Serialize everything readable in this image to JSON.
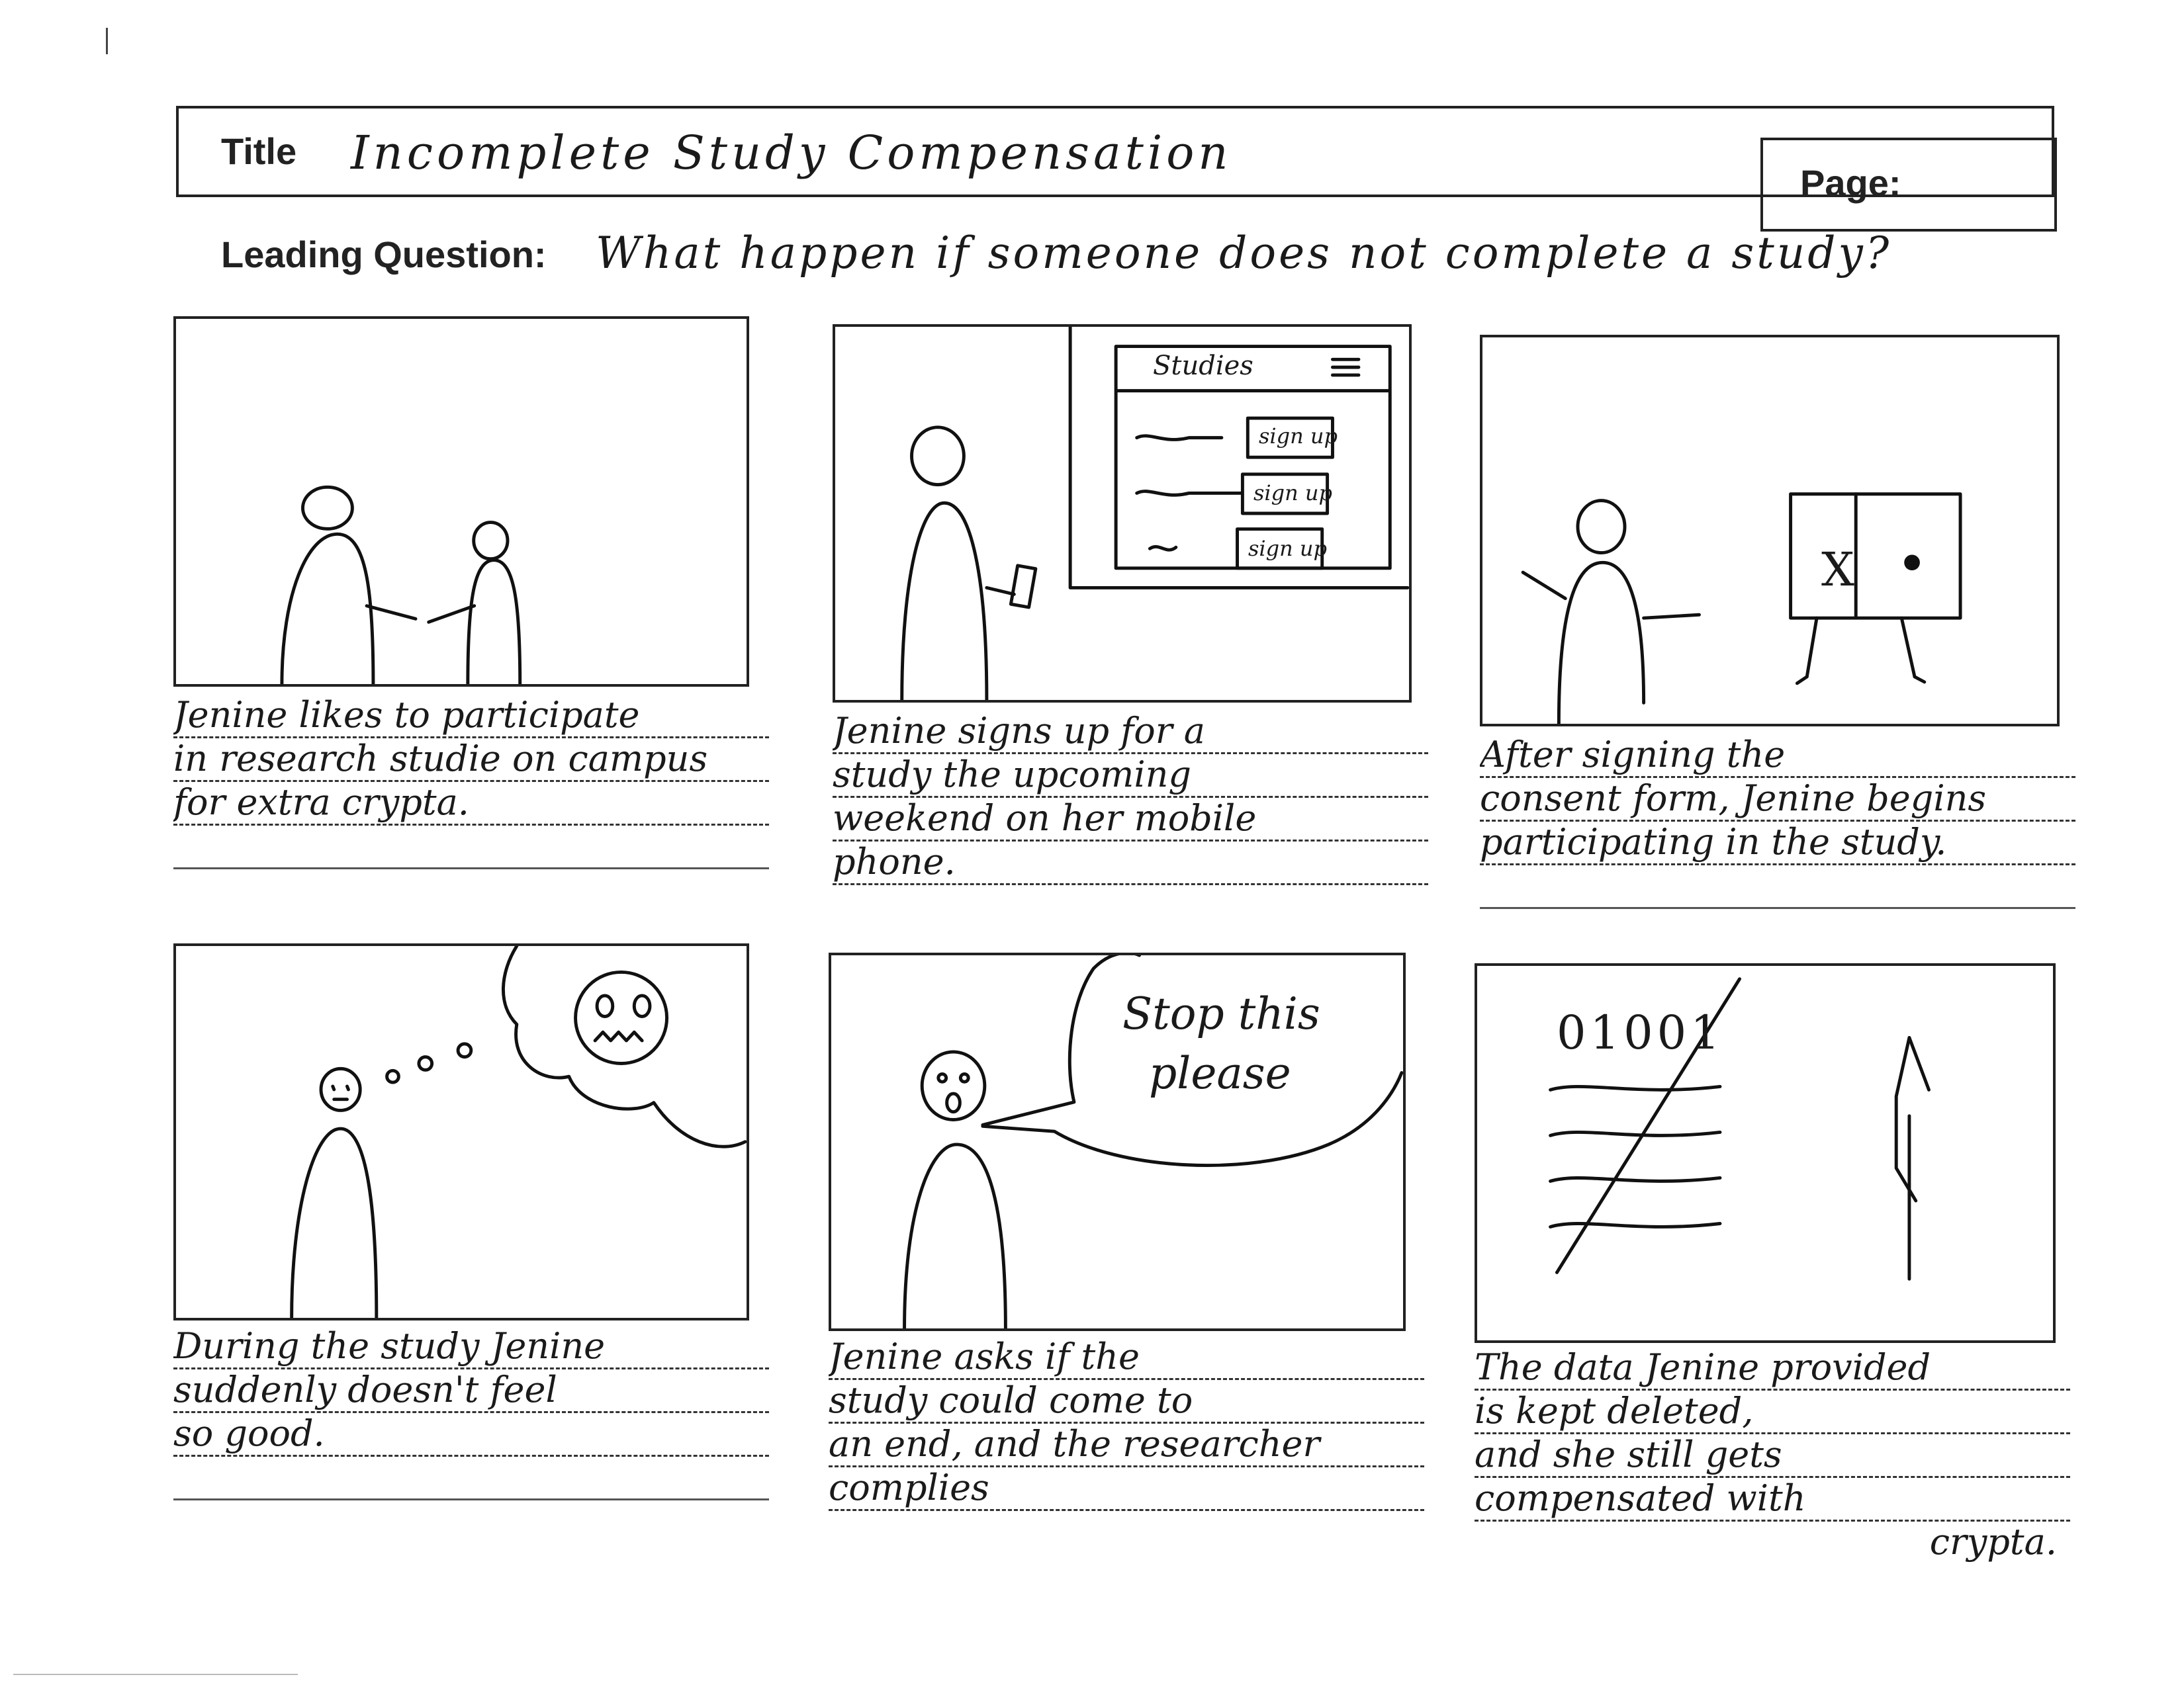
{
  "header": {
    "title_label": "Title",
    "title_value": "Incomplete Study Compensation",
    "page_label": "Page:",
    "page_value": "",
    "question_label": "Leading Question:",
    "question_value": "What happen if someone does not complete a study?"
  },
  "panels": [
    {
      "caption": [
        "Jenine likes to participate",
        "in research studie on campus",
        "for extra crypta."
      ]
    },
    {
      "caption": [
        "Jenine signs up for a",
        "study the upcoming",
        "weekend on her mobile",
        "phone."
      ],
      "screen_title": "Studies",
      "signup_labels": [
        "sign up",
        "sign up",
        "sign up"
      ]
    },
    {
      "caption": [
        "After signing the",
        "consent form, Jenine begins",
        "participating in the study."
      ],
      "board_mark": "X"
    },
    {
      "caption": [
        "During the study Jenine",
        "suddenly doesn't feel",
        "so good."
      ]
    },
    {
      "caption": [
        "Jenine asks if the",
        "study could come to",
        "an end, and the researcher",
        "complies"
      ],
      "speech": [
        "Stop this",
        "please"
      ]
    },
    {
      "caption": [
        "The data Jenine provided",
        "is kept deleted,",
        "and she still gets",
        "compensated with",
        "crypta."
      ],
      "data_bits": "01001"
    }
  ]
}
